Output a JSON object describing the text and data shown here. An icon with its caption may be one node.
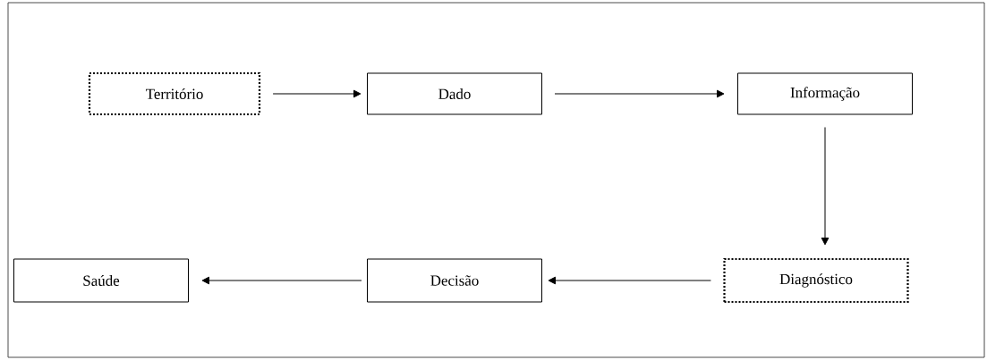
{
  "diagram": {
    "nodes": [
      {
        "text": [
          "Território"
        ]
      },
      {
        "text": [
          "Dado"
        ]
      },
      {
        "text": [
          "Informação"
        ]
      },
      {
        "text": [
          "Diagnóstico"
        ]
      },
      {
        "text": [
          "Decisão"
        ]
      },
      {
        "text": [
          "Saúde"
        ]
      }
    ],
    "edges": [
      {
        "from": 0,
        "to": 1,
        "arrow": "to"
      },
      {
        "from": 1,
        "to": 2,
        "arrow": "to"
      },
      {
        "from": 2,
        "to": 3,
        "arrow": "to"
      },
      {
        "from": 3,
        "to": 4,
        "arrow": "to"
      },
      {
        "from": 4,
        "to": 5,
        "arrow": "to"
      }
    ]
  }
}
